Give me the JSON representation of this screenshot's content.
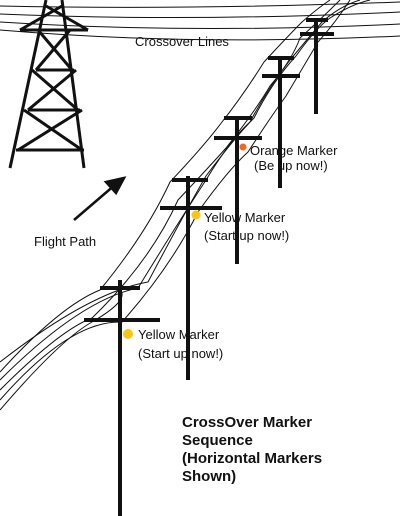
{
  "diagram": {
    "labels": {
      "crossover_lines": "Crossover Lines",
      "flight_path": "Flight Path"
    },
    "markers": [
      {
        "name": "Orange Marker",
        "instruction": "(Be up now!)",
        "color": "#f26522"
      },
      {
        "name": "Yellow Marker",
        "instruction": "(Start up now!)",
        "color": "#fcc515"
      },
      {
        "name": "Yellow Marker",
        "instruction": "(Start up now!)",
        "color": "#fcc515"
      }
    ],
    "title_lines": [
      "CrossOver Marker",
      "Sequence",
      "(Horizontal Markers",
      "Shown)"
    ],
    "colors": {
      "line": "#111111",
      "background": "#ffffff"
    }
  }
}
